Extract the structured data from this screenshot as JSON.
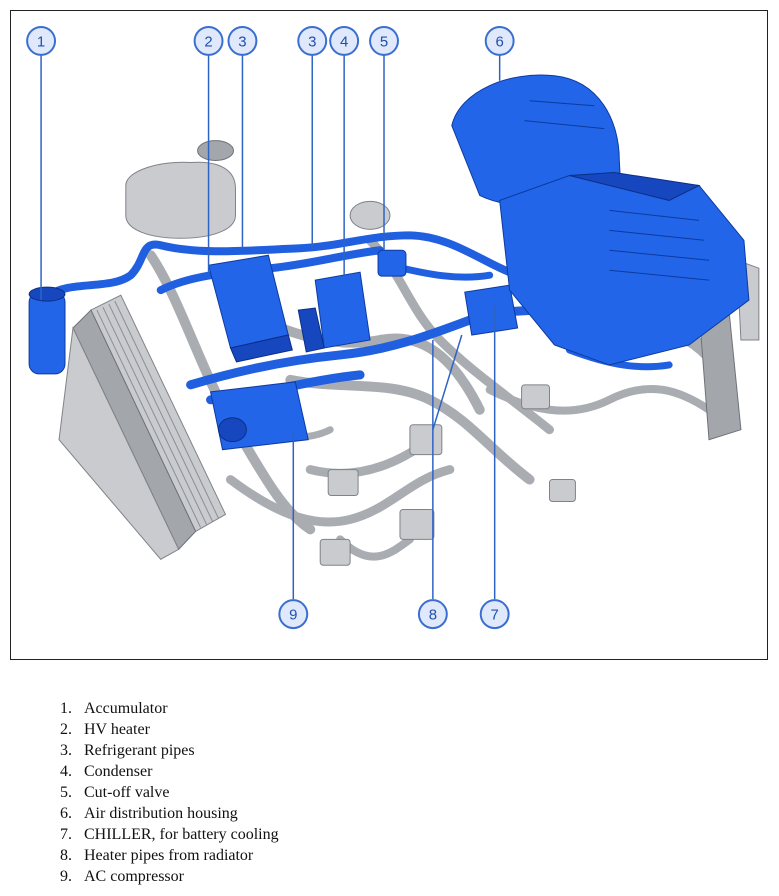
{
  "callouts": [
    {
      "num": "1",
      "label": "Accumulator"
    },
    {
      "num": "2",
      "label": "HV heater"
    },
    {
      "num": "3",
      "label": "Refrigerant pipes"
    },
    {
      "num": "4",
      "label": "Condenser"
    },
    {
      "num": "5",
      "label": "Cut-off valve"
    },
    {
      "num": "6",
      "label": "Air distribution housing"
    },
    {
      "num": "7",
      "label": "CHILLER, for battery cooling"
    },
    {
      "num": "8",
      "label": "Heater pipes from radiator"
    },
    {
      "num": "9",
      "label": "AC compressor"
    }
  ],
  "colors": {
    "component_blue": "#2265e8",
    "pipe_grey": "#a9acb1",
    "callout_blue": "#3a6fd0"
  }
}
